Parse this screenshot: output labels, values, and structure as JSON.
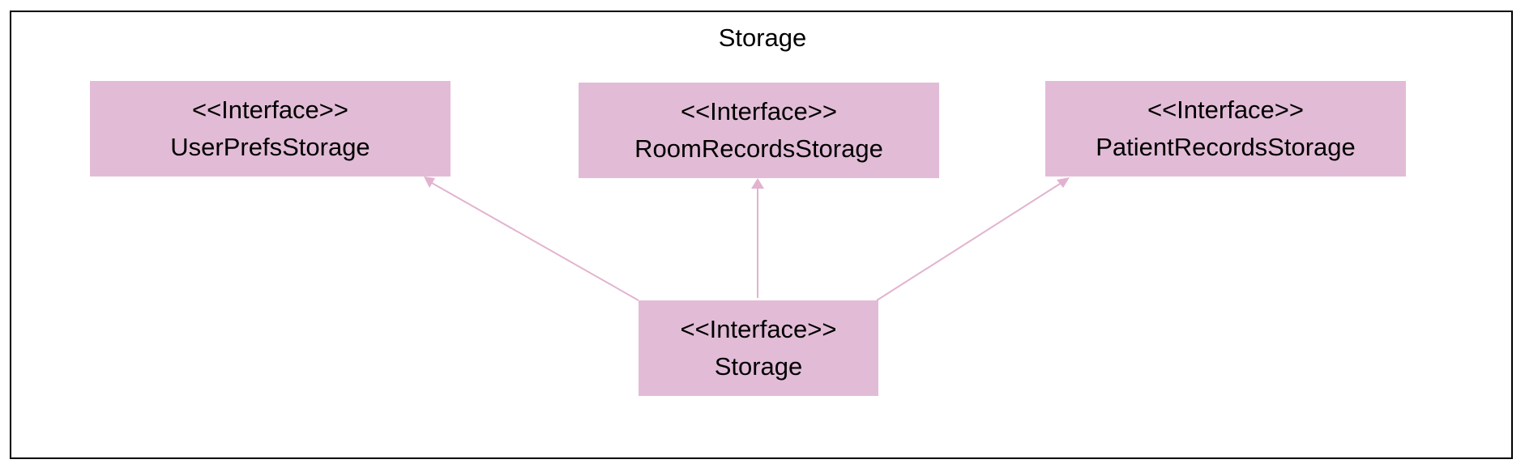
{
  "diagram": {
    "title": "Storage",
    "colors": {
      "box_fill": "#e2bcd6",
      "arrow": "#e2b3cf",
      "frame": "#000000"
    },
    "boxes": {
      "userprefs": {
        "stereotype": "<<Interface>>",
        "name": "UserPrefsStorage"
      },
      "roomrecords": {
        "stereotype": "<<Interface>>",
        "name": "RoomRecordsStorage"
      },
      "patientrecords": {
        "stereotype": "<<Interface>>",
        "name": "PatientRecordsStorage"
      },
      "storage": {
        "stereotype": "<<Interface>>",
        "name": "Storage"
      }
    },
    "relations": [
      {
        "from": "Storage",
        "to": "UserPrefsStorage",
        "type": "generalization"
      },
      {
        "from": "Storage",
        "to": "RoomRecordsStorage",
        "type": "generalization"
      },
      {
        "from": "Storage",
        "to": "PatientRecordsStorage",
        "type": "generalization"
      }
    ]
  }
}
